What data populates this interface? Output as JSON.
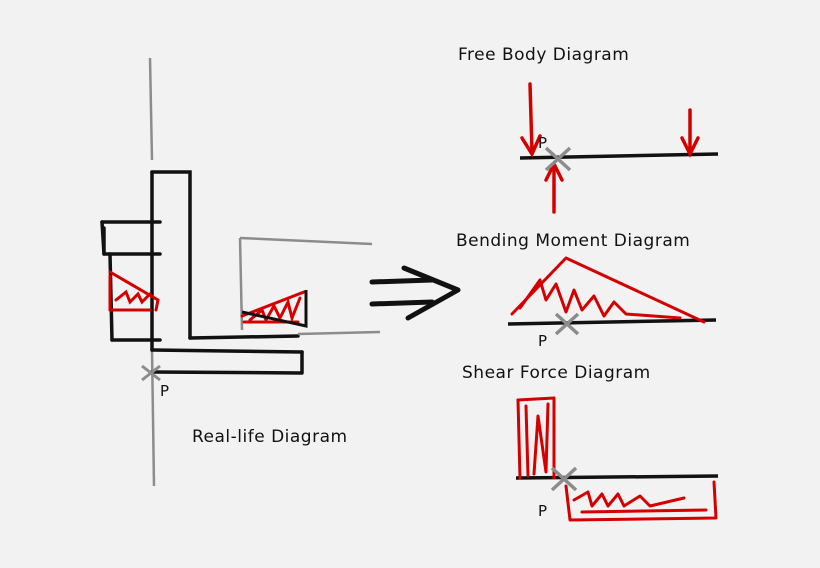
{
  "labels": {
    "free_body": "Free Body Diagram",
    "bending_moment": "Bending Moment Diagram",
    "shear_force": "Shear Force Diagram",
    "real_life": "Real-life Diagram",
    "point": "P"
  },
  "colors": {
    "background": "#f2f2f2",
    "ink": "#111111",
    "accent": "#d40000",
    "support": "#8c8c8c"
  }
}
